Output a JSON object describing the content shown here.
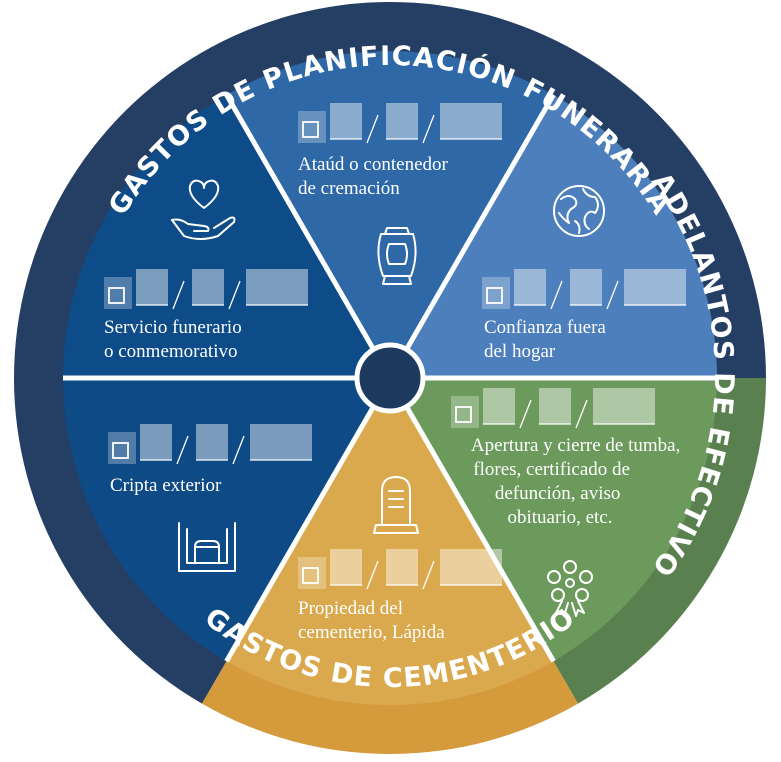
{
  "rings": {
    "planning": {
      "label": "GASTOS DE PLANIFICACIÓN FUNERARIA",
      "color": "#243f63"
    },
    "cash": {
      "label": "ADELANTOS DE EFECTIVO",
      "color": "#5a8050"
    },
    "cemetery": {
      "label": "GASTOS DE CEMENTERIO",
      "color": "#d49a3c"
    }
  },
  "segments": [
    {
      "id": "casket",
      "lines": [
        "Ataúd o contenedor",
        "de cremación"
      ],
      "color": "#2e68a6",
      "icon": "urn-icon"
    },
    {
      "id": "travel",
      "lines": [
        "Confianza fuera",
        "del hogar"
      ],
      "color": "#4c7fbb",
      "icon": "globe-icon"
    },
    {
      "id": "cash-advances",
      "lines": [
        "Apertura y cierre de tumba,",
        "flores, certificado de",
        "defunción, aviso",
        "obituario, etc."
      ],
      "color": "#6c9a5c",
      "icon": "flower-wreath-icon"
    },
    {
      "id": "cemetery-property",
      "lines": [
        "Propiedad del",
        "cementerio, Lápida"
      ],
      "color": "#daa94e",
      "icon": "headstone-icon"
    },
    {
      "id": "crypt",
      "lines": [
        "Cripta exterior"
      ],
      "color": "#0e4a86",
      "icon": "burial-vault-icon"
    },
    {
      "id": "service",
      "lines": [
        "Servicio funerario",
        "o conmemorativo"
      ],
      "color": "#0d4c88",
      "icon": "heart-hand-icon"
    }
  ],
  "hub_color": "#1e3a5f"
}
